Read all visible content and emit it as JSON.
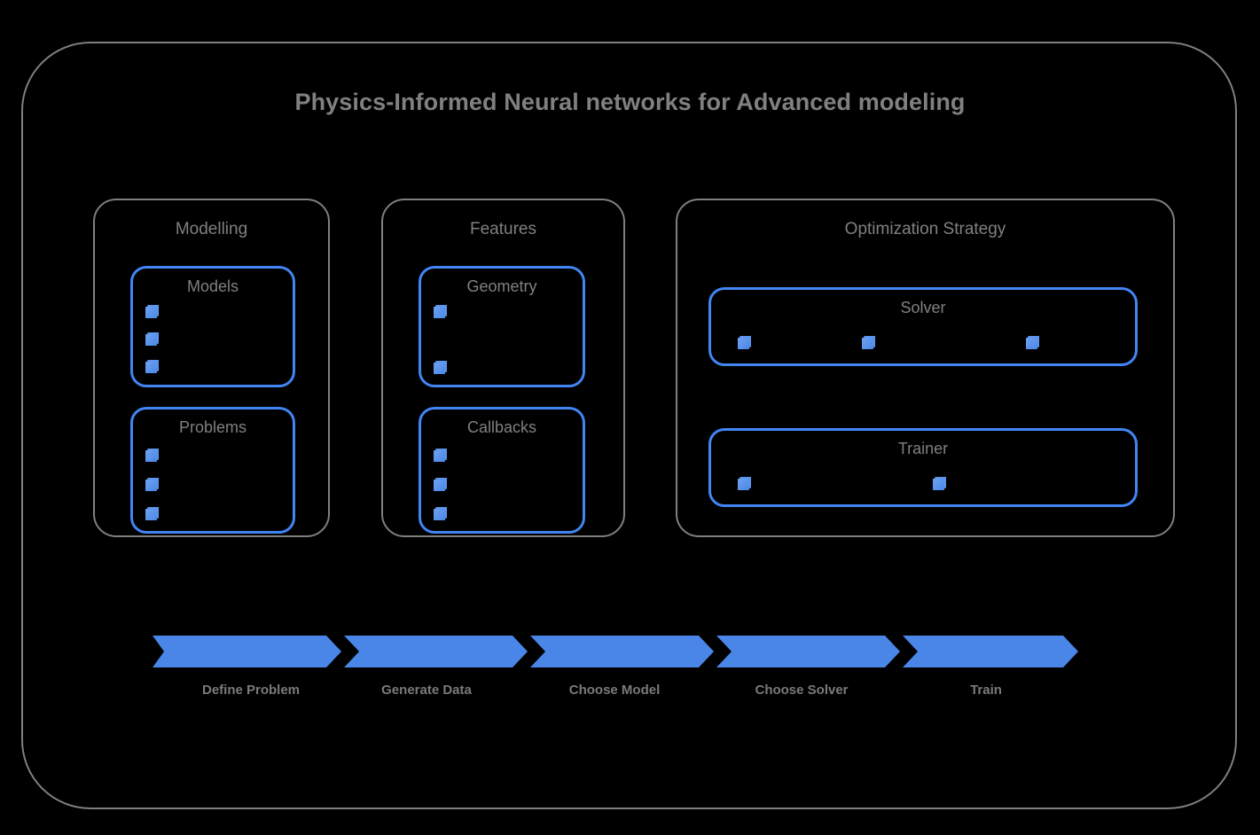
{
  "diagram": {
    "title": "Physics-Informed Neural networks for Advanced modeling",
    "colors": {
      "background": "#000000",
      "frame_border": "#7f7f7d",
      "group_border": "#7f7f7d",
      "sub_box_border": "#4285f4",
      "marker": "#5b95ef",
      "chevron": "#4a86e8",
      "title_text": "#808080",
      "label_text": "#7a7a7a"
    },
    "groups": [
      {
        "id": "modelling",
        "label": "Modelling",
        "boxes": [
          {
            "id": "models",
            "label": "Models",
            "marker_count": 3,
            "marker_layout": "vertical"
          },
          {
            "id": "problems",
            "label": "Problems",
            "marker_count": 3,
            "marker_layout": "vertical"
          }
        ]
      },
      {
        "id": "features",
        "label": "Features",
        "boxes": [
          {
            "id": "geometry",
            "label": "Geometry",
            "marker_count": 2,
            "marker_layout": "vertical"
          },
          {
            "id": "callbacks",
            "label": "Callbacks",
            "marker_count": 3,
            "marker_layout": "vertical"
          }
        ]
      },
      {
        "id": "optimization",
        "label": "Optimization Strategy",
        "boxes": [
          {
            "id": "solver",
            "label": "Solver",
            "marker_count": 3,
            "marker_layout": "horizontal"
          },
          {
            "id": "trainer",
            "label": "Trainer",
            "marker_count": 2,
            "marker_layout": "horizontal"
          }
        ]
      }
    ],
    "pipeline": {
      "steps": [
        {
          "id": "define-problem",
          "label": "Define Problem"
        },
        {
          "id": "generate-data",
          "label": "Generate Data"
        },
        {
          "id": "choose-model",
          "label": "Choose Model"
        },
        {
          "id": "choose-solver",
          "label": "Choose Solver"
        },
        {
          "id": "train",
          "label": "Train"
        }
      ]
    }
  }
}
